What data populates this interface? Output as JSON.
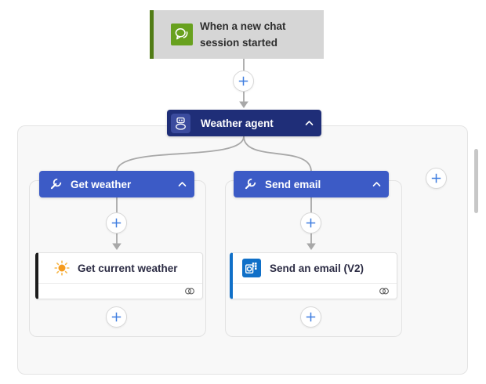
{
  "trigger": {
    "label": "When a new chat session started",
    "icon": "chat-icon"
  },
  "agent": {
    "label": "Weather agent",
    "icon": "bot-icon",
    "collapse_icon": "chevron-up-icon"
  },
  "groups": [
    {
      "header": {
        "label": "Get weather",
        "icon": "wrench-icon",
        "collapse_icon": "chevron-up-icon"
      },
      "action": {
        "label": "Get current weather",
        "icon": "sun-icon",
        "status_icon": "connection-icon"
      }
    },
    {
      "header": {
        "label": "Send email",
        "icon": "wrench-icon",
        "collapse_icon": "chevron-up-icon"
      },
      "action": {
        "label": "Send an email (V2)",
        "icon": "outlook-icon",
        "status_icon": "connection-icon"
      }
    }
  ],
  "add_buttons": {
    "icon": "plus-icon"
  },
  "colors": {
    "trigger_bg": "#d6d6d6",
    "trigger_stripe": "#517c16",
    "trigger_icon_bg": "#68a11e",
    "agent_bg": "#1f2e78",
    "agent_icon_tile": "#3b4b9e",
    "tool_header_bg": "#3c5bc6",
    "action_stripe_weather": "#1b1b1b",
    "action_stripe_email": "#1070c8",
    "outlook_blue": "#1070c8",
    "sun_orange": "#f59b1e",
    "connector_gray": "#a8a8a8",
    "plus_blue": "#3e7de0",
    "container_bg": "#f8f8f8",
    "container_border": "#e3e3e3"
  }
}
